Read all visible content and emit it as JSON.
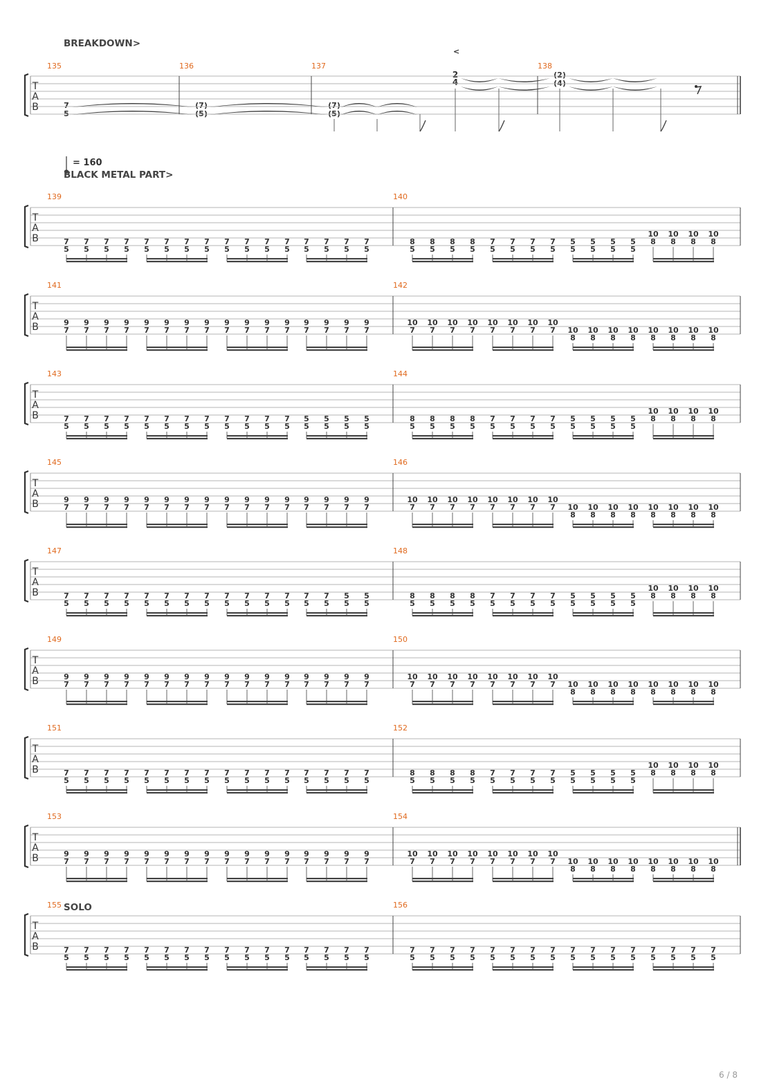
{
  "sections": {
    "breakdown": "BREAKDOWN>",
    "black_metal": "BLACK METAL PART>",
    "solo": "SOLO"
  },
  "tempo": {
    "value": "= 160"
  },
  "tab_clef": {
    "t": "T",
    "a": "A",
    "b": "B"
  },
  "page_number": "6 / 8",
  "breakdown_system": {
    "bars": [
      "135",
      "136",
      "137",
      "138"
    ],
    "time_signature": {
      "top": "2",
      "bottom": "4"
    },
    "bar135": {
      "top": "7",
      "bottom": "5"
    },
    "bar136": {
      "top": "(7)",
      "bottom": "(5)"
    },
    "bar137": {
      "top": "(7)",
      "bottom": "(5)"
    },
    "bar138": {
      "top": "(2)",
      "bottom": "(4)"
    },
    "dynamic_marking": "<"
  },
  "pattern_notes": {
    "A": [
      "7",
      "5"
    ],
    "C": [
      "8",
      "5"
    ],
    "D": [
      "10",
      "8"
    ],
    "E": [
      "9",
      "7"
    ],
    "F": [
      "10",
      "7"
    ],
    "G": [
      "10",
      "8"
    ]
  },
  "systems": [
    {
      "bars": [
        {
          "number": "139",
          "groups": [
            "A",
            "A",
            "A",
            "A"
          ]
        },
        {
          "number": "140",
          "groups": [
            "C",
            "A",
            "A5",
            "D"
          ]
        }
      ]
    },
    {
      "bars": [
        {
          "number": "141",
          "groups": [
            "E",
            "E",
            "E",
            "E"
          ]
        },
        {
          "number": "142",
          "groups": [
            "F",
            "F",
            "G",
            "G"
          ]
        }
      ]
    },
    {
      "bars": [
        {
          "number": "143",
          "groups": [
            "A",
            "A",
            "A",
            "A5"
          ]
        },
        {
          "number": "144",
          "groups": [
            "C",
            "A",
            "A5",
            "D"
          ]
        }
      ]
    },
    {
      "bars": [
        {
          "number": "145",
          "groups": [
            "E",
            "E",
            "E",
            "E"
          ]
        },
        {
          "number": "146",
          "groups": [
            "F",
            "F",
            "G",
            "G"
          ]
        }
      ]
    },
    {
      "bars": [
        {
          "number": "147",
          "groups": [
            "A",
            "A",
            "A",
            "A2"
          ]
        },
        {
          "number": "148",
          "groups": [
            "C",
            "A",
            "A5",
            "D"
          ]
        }
      ]
    },
    {
      "bars": [
        {
          "number": "149",
          "groups": [
            "E",
            "E",
            "E",
            "E"
          ]
        },
        {
          "number": "150",
          "groups": [
            "F",
            "F",
            "G",
            "G"
          ]
        }
      ]
    },
    {
      "bars": [
        {
          "number": "151",
          "groups": [
            "A",
            "A",
            "A",
            "A"
          ]
        },
        {
          "number": "152",
          "groups": [
            "C",
            "A",
            "A5",
            "D"
          ]
        }
      ]
    },
    {
      "bars": [
        {
          "number": "153",
          "groups": [
            "E",
            "E",
            "E",
            "E"
          ]
        },
        {
          "number": "154",
          "groups": [
            "F",
            "F",
            "G",
            "G"
          ]
        }
      ]
    },
    {
      "bars": [
        {
          "number": "155",
          "groups": [
            "A",
            "A",
            "A",
            "A"
          ]
        },
        {
          "number": "156",
          "groups": [
            "A",
            "A",
            "A",
            "A"
          ]
        }
      ]
    }
  ]
}
